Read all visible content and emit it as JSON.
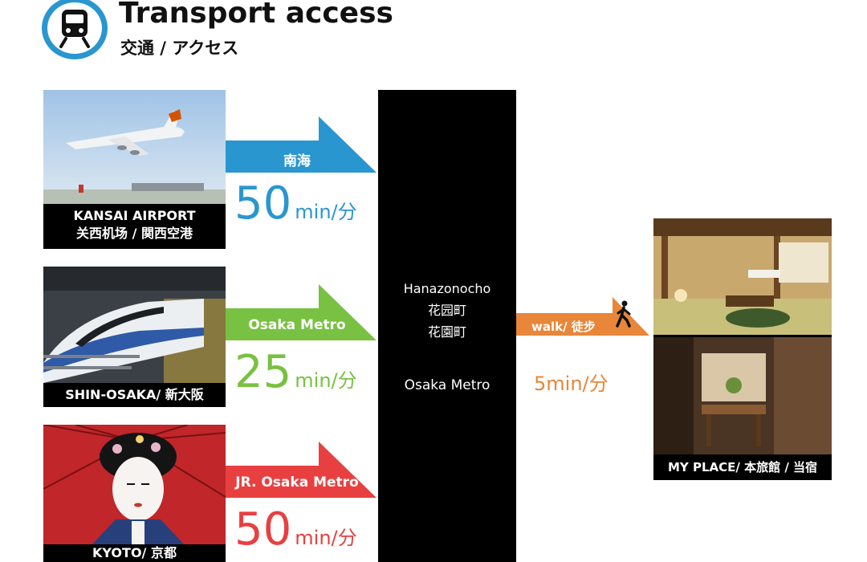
{
  "header": {
    "title": "Transport access",
    "subtitle": "交通 / アクセス",
    "icon": "train-icon"
  },
  "origins": [
    {
      "name": "KANSAI AIRPORT",
      "local": "关西机场 / 関西空港",
      "line": "南海",
      "duration": "50",
      "unit": "min/分",
      "color": "#2a96d0"
    },
    {
      "name": "SHIN-OSAKA/ 新大阪",
      "line": "Osaka Metro",
      "duration": "25",
      "unit": "min/分",
      "color": "#78c142"
    },
    {
      "name": "KYOTO/ 京都",
      "line": "JR. Osaka Metro",
      "duration": "50",
      "unit": "min/分",
      "color": "#e84040"
    }
  ],
  "station": {
    "name_en": "Hanazonocho",
    "name_cn": "花园町",
    "name_jp": "花園町",
    "line": "Osaka Metro"
  },
  "walk": {
    "label": "walk/ 徒步",
    "time": "5min/分",
    "color": "#e8863a",
    "icon": "walking-person-icon"
  },
  "destination": {
    "caption": "MY PLACE/ 本旅館 / 当宿"
  }
}
